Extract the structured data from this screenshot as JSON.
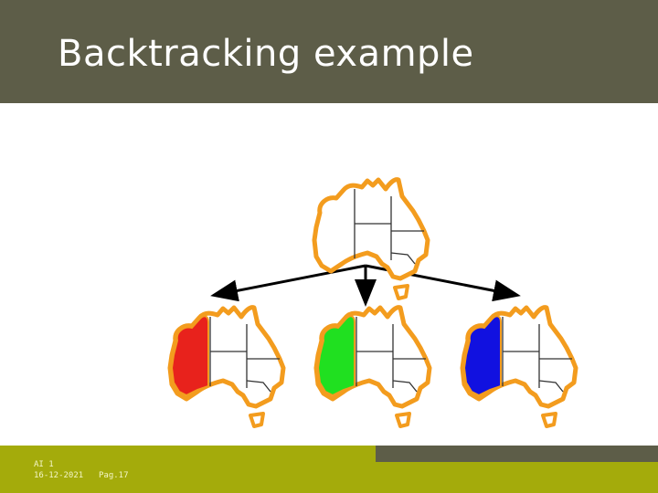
{
  "slide": {
    "title": "Backtracking example",
    "footer": {
      "course": "AI 1",
      "date": "16-12-2021",
      "page": "Pag.17"
    }
  },
  "colors": {
    "title_bar": "#5d5d48",
    "footer_band": "#a4ab0b",
    "map_outline": "#f39c1e",
    "assignment_red": "#e8221c",
    "assignment_green": "#20e020",
    "assignment_blue": "#1111e0"
  },
  "tree": {
    "root": {
      "wa_color": "none"
    },
    "children": [
      {
        "wa_color": "red"
      },
      {
        "wa_color": "green"
      },
      {
        "wa_color": "blue"
      }
    ]
  }
}
